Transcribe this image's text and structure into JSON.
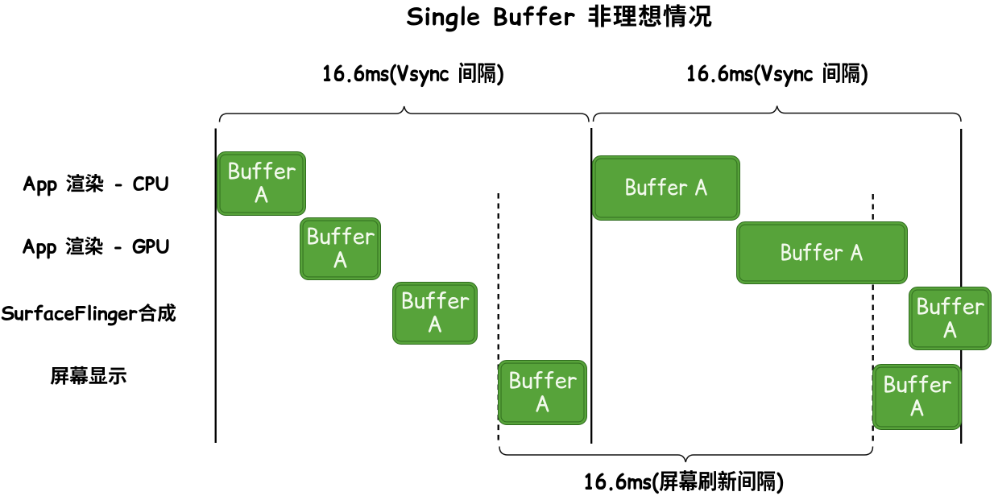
{
  "title": "Single Buffer 非理想情况",
  "colors": {
    "box_fill": "#57a33a",
    "box_border": "#2e6b1d",
    "box_text": "#f2f9ec",
    "line": "#000000",
    "text": "#000000",
    "background": "#ffffff"
  },
  "top_braces": [
    {
      "label": "16.6ms(Vsync 间隔)"
    },
    {
      "label": "16.6ms(Vsync 间隔)"
    }
  ],
  "bottom_brace": {
    "label": "16.6ms(屏幕刷新间隔)"
  },
  "rows": [
    {
      "label": "App 渲染 - CPU"
    },
    {
      "label": "App 渲染 - GPU"
    },
    {
      "label": "SurfaceFlinger合成"
    },
    {
      "label": "屏幕显示"
    }
  ],
  "boxes": [
    {
      "row": "App 渲染 - CPU",
      "label": "Buffer A"
    },
    {
      "row": "App 渲染 - GPU",
      "label": "Buffer A"
    },
    {
      "row": "SurfaceFlinger合成",
      "label": "Buffer A"
    },
    {
      "row": "屏幕显示",
      "label": "Buffer A"
    },
    {
      "row": "App 渲染 - CPU",
      "label": "Buffer A"
    },
    {
      "row": "App 渲染 - GPU",
      "label": "Buffer A"
    },
    {
      "row": "SurfaceFlinger合成",
      "label": "Buffer A"
    },
    {
      "row": "屏幕显示",
      "label": "Buffer A"
    }
  ]
}
